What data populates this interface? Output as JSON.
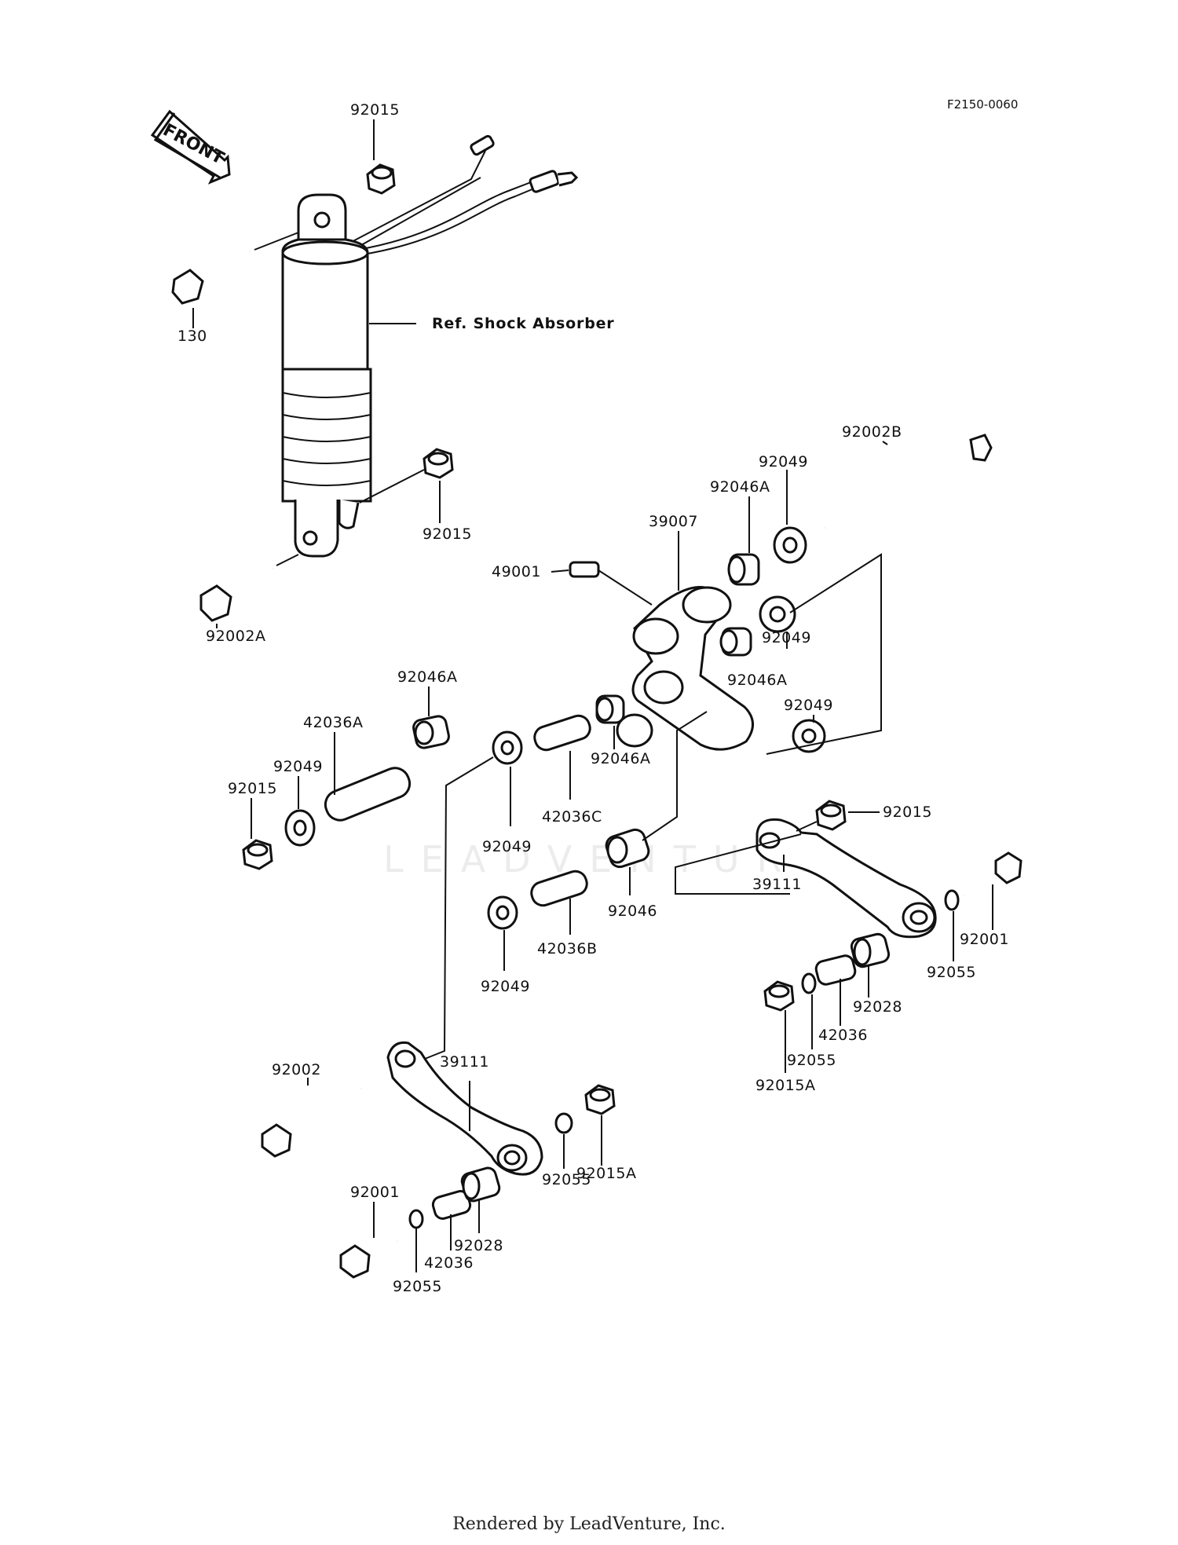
{
  "diagram_code": "F2150-0060",
  "front_label": "FRONT",
  "reference_label": "Ref. Shock Absorber",
  "watermark": "LEADVENTURE",
  "footer": "Rendered by LeadVenture, Inc.",
  "callouts": [
    {
      "label": "92015"
    },
    {
      "label": "130"
    },
    {
      "label": "92015"
    },
    {
      "label": "92002A"
    },
    {
      "label": "92002B"
    },
    {
      "label": "92049"
    },
    {
      "label": "92046A"
    },
    {
      "label": "39007"
    },
    {
      "label": "49001"
    },
    {
      "label": "92049"
    },
    {
      "label": "92046A"
    },
    {
      "label": "92049"
    },
    {
      "label": "92046A"
    },
    {
      "label": "42036A"
    },
    {
      "label": "92049"
    },
    {
      "label": "92015"
    },
    {
      "label": "92046A"
    },
    {
      "label": "42036C"
    },
    {
      "label": "92049"
    },
    {
      "label": "92015"
    },
    {
      "label": "92046"
    },
    {
      "label": "39111"
    },
    {
      "label": "92001"
    },
    {
      "label": "92055"
    },
    {
      "label": "42036B"
    },
    {
      "label": "92049"
    },
    {
      "label": "92028"
    },
    {
      "label": "42036"
    },
    {
      "label": "92055"
    },
    {
      "label": "92015A"
    },
    {
      "label": "92002"
    },
    {
      "label": "39111"
    },
    {
      "label": "92055"
    },
    {
      "label": "92015A"
    },
    {
      "label": "92001"
    },
    {
      "label": "92028"
    },
    {
      "label": "42036"
    },
    {
      "label": "92055"
    }
  ]
}
